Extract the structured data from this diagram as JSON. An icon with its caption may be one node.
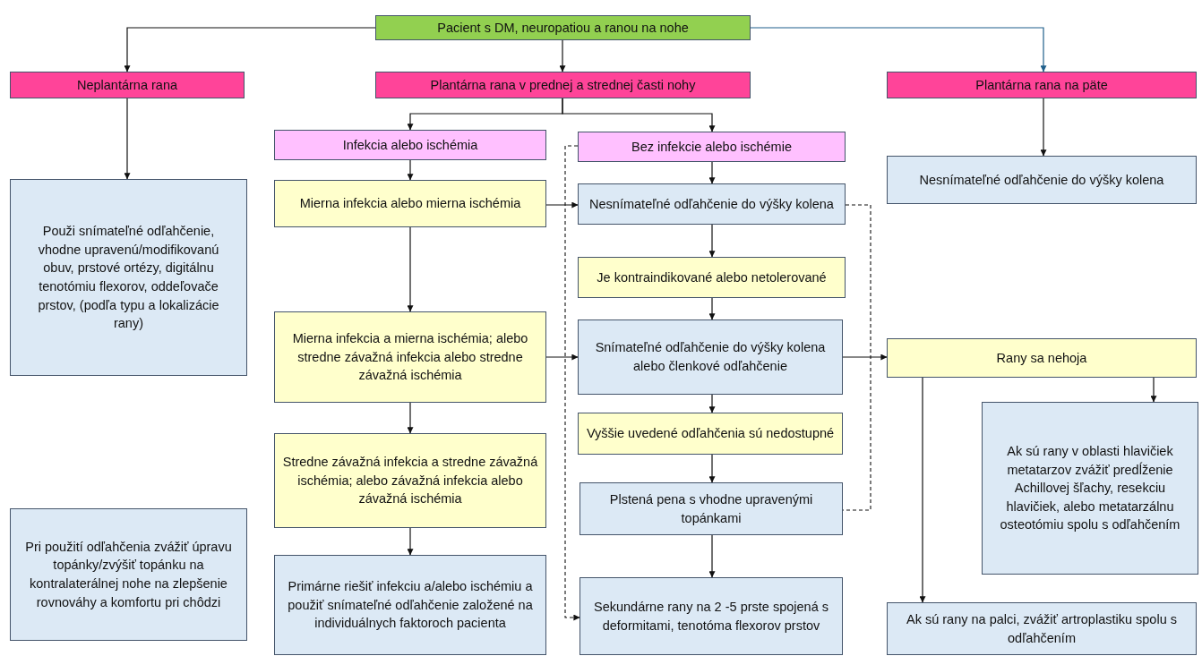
{
  "diagram": {
    "nodes": [
      {
        "text": [
          "Pacient s DM, neuropatiou a ranou na nohe"
        ]
      },
      {
        "text": [
          "Neplantárna rana"
        ]
      },
      {
        "text": [
          "Plantárna rana v prednej a strednej časti nohy"
        ]
      },
      {
        "text": [
          "Plantárna rana na päte"
        ]
      },
      {
        "text": [
          "Infekcia alebo ischémia"
        ]
      },
      {
        "text": [
          "Bez infekcie alebo ischémie"
        ]
      },
      {
        "text": [
          "Použi snímateľné odľahčenie, vhodne upravenú/modifikovanú obuv, prstové ortézy, digitálnu tenotómiu flexorov, oddeľovače prstov, (podľa typu a lokalizácie rany)"
        ]
      },
      {
        "text": [
          "Nesnímateľné odľahčenie do výšky kolena"
        ]
      },
      {
        "text": [
          "Mierna infekcia alebo mierna ischémia"
        ]
      },
      {
        "text": [
          "Nesnímateľné odľahčenie do výšky kolena"
        ]
      },
      {
        "text": [
          "Je kontraindikované alebo netolerované"
        ]
      },
      {
        "text": [
          "Mierna infekcia a mierna ischémia; alebo stredne závažná infekcia alebo stredne závažná ischémia"
        ]
      },
      {
        "text": [
          "Snímateľné odľahčenie do výšky kolena alebo členkové odľahčenie"
        ]
      },
      {
        "text": [
          "Rany sa nehoja"
        ]
      },
      {
        "text": [
          "Ak sú rany v oblasti hlavičiek metatarzov zvážiť predĺženie Achillovej šľachy, resekciu hlavičiek, alebo metatarzálnu osteotómiu spolu s odľahčením"
        ]
      },
      {
        "text": [
          "Vyššie uvedené odľahčenia sú nedostupné"
        ]
      },
      {
        "text": [
          "Stredne závažná infekcia a stredne závažná ischémia; alebo závažná infekcia alebo závažná ischémia"
        ]
      },
      {
        "text": [
          "Plstená pena s vhodne upravenými topánkami"
        ]
      },
      {
        "text": [
          "Pri použití odľahčenia zvážiť úpravu topánky/zvýšiť topánku na kontralaterálnej nohe na zlepšenie rovnováhy a komfortu pri chôdzi"
        ]
      },
      {
        "text": [
          "Primárne riešiť infekciu a/alebo ischémiu a použiť snímateľné odľahčenie založené na individuálnych faktoroch pacienta"
        ]
      },
      {
        "text": [
          "Sekundárne rany na 2 -5 prste spojená s deformitami, tenotóma flexorov prstov"
        ]
      },
      {
        "text": [
          "Ak sú rany na palci, zvážiť artroplastiku spolu s odľahčením"
        ]
      }
    ],
    "edges": [
      {
        "from": 0,
        "to": 1,
        "arrow": "to"
      },
      {
        "from": 0,
        "to": 2,
        "arrow": "to"
      },
      {
        "from": 0,
        "to": 3,
        "arrow": "to",
        "color": "#1f5f8b"
      },
      {
        "from": 1,
        "to": 6,
        "arrow": "to"
      },
      {
        "from": 2,
        "to": 4,
        "arrow": "to"
      },
      {
        "from": 2,
        "to": 5,
        "arrow": "to"
      },
      {
        "from": 3,
        "to": 7,
        "arrow": "to"
      },
      {
        "from": 4,
        "to": 8,
        "arrow": "to"
      },
      {
        "from": 8,
        "to": 11,
        "arrow": "to"
      },
      {
        "from": 11,
        "to": 16,
        "arrow": "to"
      },
      {
        "from": 16,
        "to": 19,
        "arrow": "to"
      },
      {
        "from": 5,
        "to": 9,
        "arrow": "to"
      },
      {
        "from": 8,
        "to": 9,
        "arrow": "to"
      },
      {
        "from": 9,
        "to": 10,
        "arrow": "to"
      },
      {
        "from": 10,
        "to": 12,
        "arrow": "to"
      },
      {
        "from": 11,
        "to": 12,
        "arrow": "to"
      },
      {
        "from": 12,
        "to": 15,
        "arrow": "to"
      },
      {
        "from": 15,
        "to": 17,
        "arrow": "to"
      },
      {
        "from": 17,
        "to": 20,
        "arrow": "to"
      },
      {
        "from": 12,
        "to": 13,
        "arrow": "to"
      },
      {
        "from": 13,
        "to": 14,
        "arrow": "to"
      },
      {
        "from": 13,
        "to": 21,
        "arrow": "to"
      },
      {
        "from": 5,
        "to": 20,
        "arrow": "to",
        "style": "dashed"
      },
      {
        "from": 9,
        "to": 17,
        "arrow": "none",
        "style": "dashed"
      }
    ]
  }
}
